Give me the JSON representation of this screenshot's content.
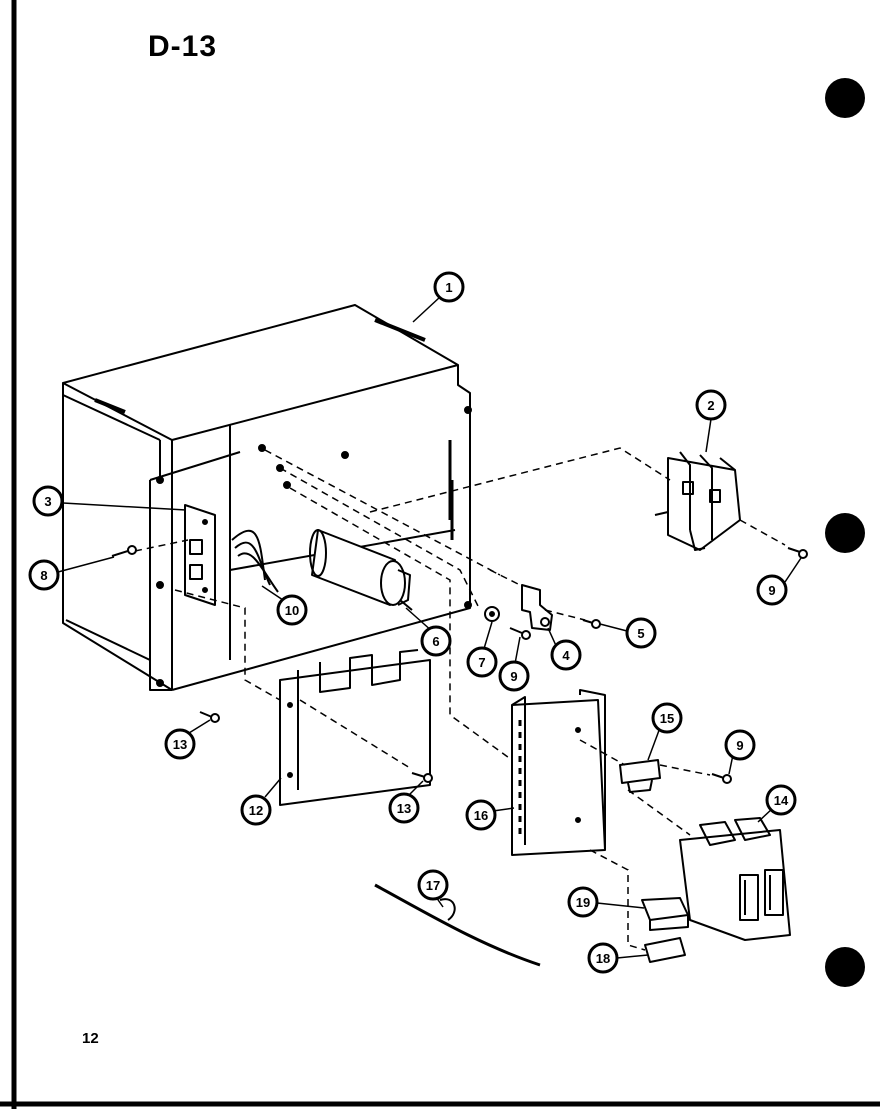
{
  "page": {
    "title": "D-13",
    "page_number": "12"
  },
  "callouts": [
    {
      "id": "c1",
      "label": "1"
    },
    {
      "id": "c2",
      "label": "2"
    },
    {
      "id": "c3",
      "label": "3"
    },
    {
      "id": "c4",
      "label": "4"
    },
    {
      "id": "c5",
      "label": "5"
    },
    {
      "id": "c6",
      "label": "6"
    },
    {
      "id": "c7",
      "label": "7"
    },
    {
      "id": "c8",
      "label": "8"
    },
    {
      "id": "c9a",
      "label": "9"
    },
    {
      "id": "c9b",
      "label": "9"
    },
    {
      "id": "c9c",
      "label": "9"
    },
    {
      "id": "c10",
      "label": "10"
    },
    {
      "id": "c12",
      "label": "12"
    },
    {
      "id": "c13a",
      "label": "13"
    },
    {
      "id": "c13b",
      "label": "13"
    },
    {
      "id": "c14",
      "label": "14"
    },
    {
      "id": "c15",
      "label": "15"
    },
    {
      "id": "c16",
      "label": "16"
    },
    {
      "id": "c17",
      "label": "17"
    },
    {
      "id": "c18",
      "label": "18"
    },
    {
      "id": "c19",
      "label": "19"
    }
  ],
  "colors": {
    "ink": "#000000",
    "paper": "#ffffff"
  }
}
